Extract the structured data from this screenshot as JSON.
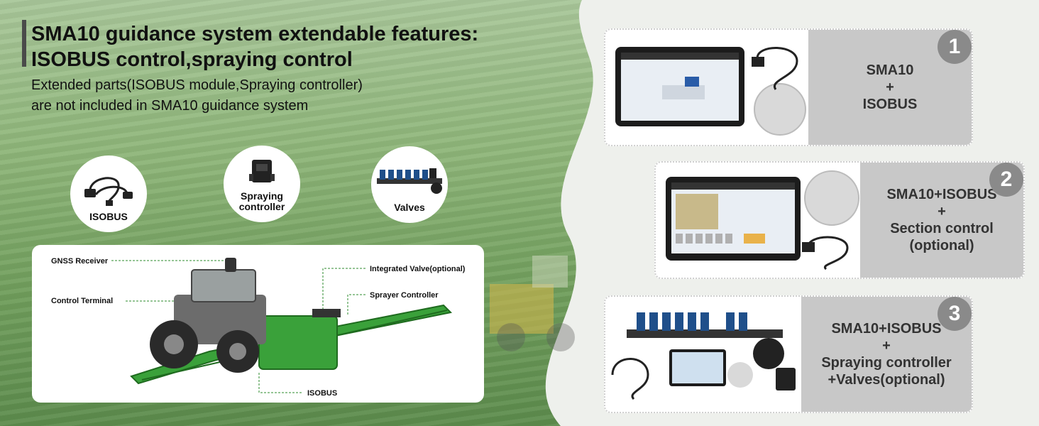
{
  "header": {
    "title_line1": "SMA10 guidance system extendable features:",
    "title_line2": "ISOBUS control,spraying control",
    "subtitle_line1": "Extended parts(ISOBUS module,Spraying controller)",
    "subtitle_line2": "are not included in SMA10 guidance system"
  },
  "parts": [
    {
      "label": "ISOBUS",
      "icon": "cable-icon"
    },
    {
      "label_line1": "Spraying",
      "label_line2": "controller",
      "icon": "controller-icon"
    },
    {
      "label": "Valves",
      "icon": "valves-icon"
    }
  ],
  "diagram": {
    "gnss": "GNSS Receiver",
    "terminal": "Control Terminal",
    "valve": "Integrated Valve(optional)",
    "sprayer": "Sprayer Controller",
    "isobus": "ISOBUS"
  },
  "options": [
    {
      "num": "1",
      "line1": "SMA10",
      "line2": "+",
      "line3": "ISOBUS"
    },
    {
      "num": "2",
      "line1": "SMA10+ISOBUS",
      "line2": "+",
      "line3": "Section control",
      "line4": "(optional)"
    },
    {
      "num": "3",
      "line1": "SMA10+ISOBUS",
      "line2": "+",
      "line3": "Spraying controller",
      "line4": "+Valves(optional)"
    }
  ],
  "colors": {
    "tractor_green": "#2e8b2e",
    "tank_green": "#3aa13a",
    "option_box": "#c8c8c8",
    "badge": "#8a8a8a"
  }
}
